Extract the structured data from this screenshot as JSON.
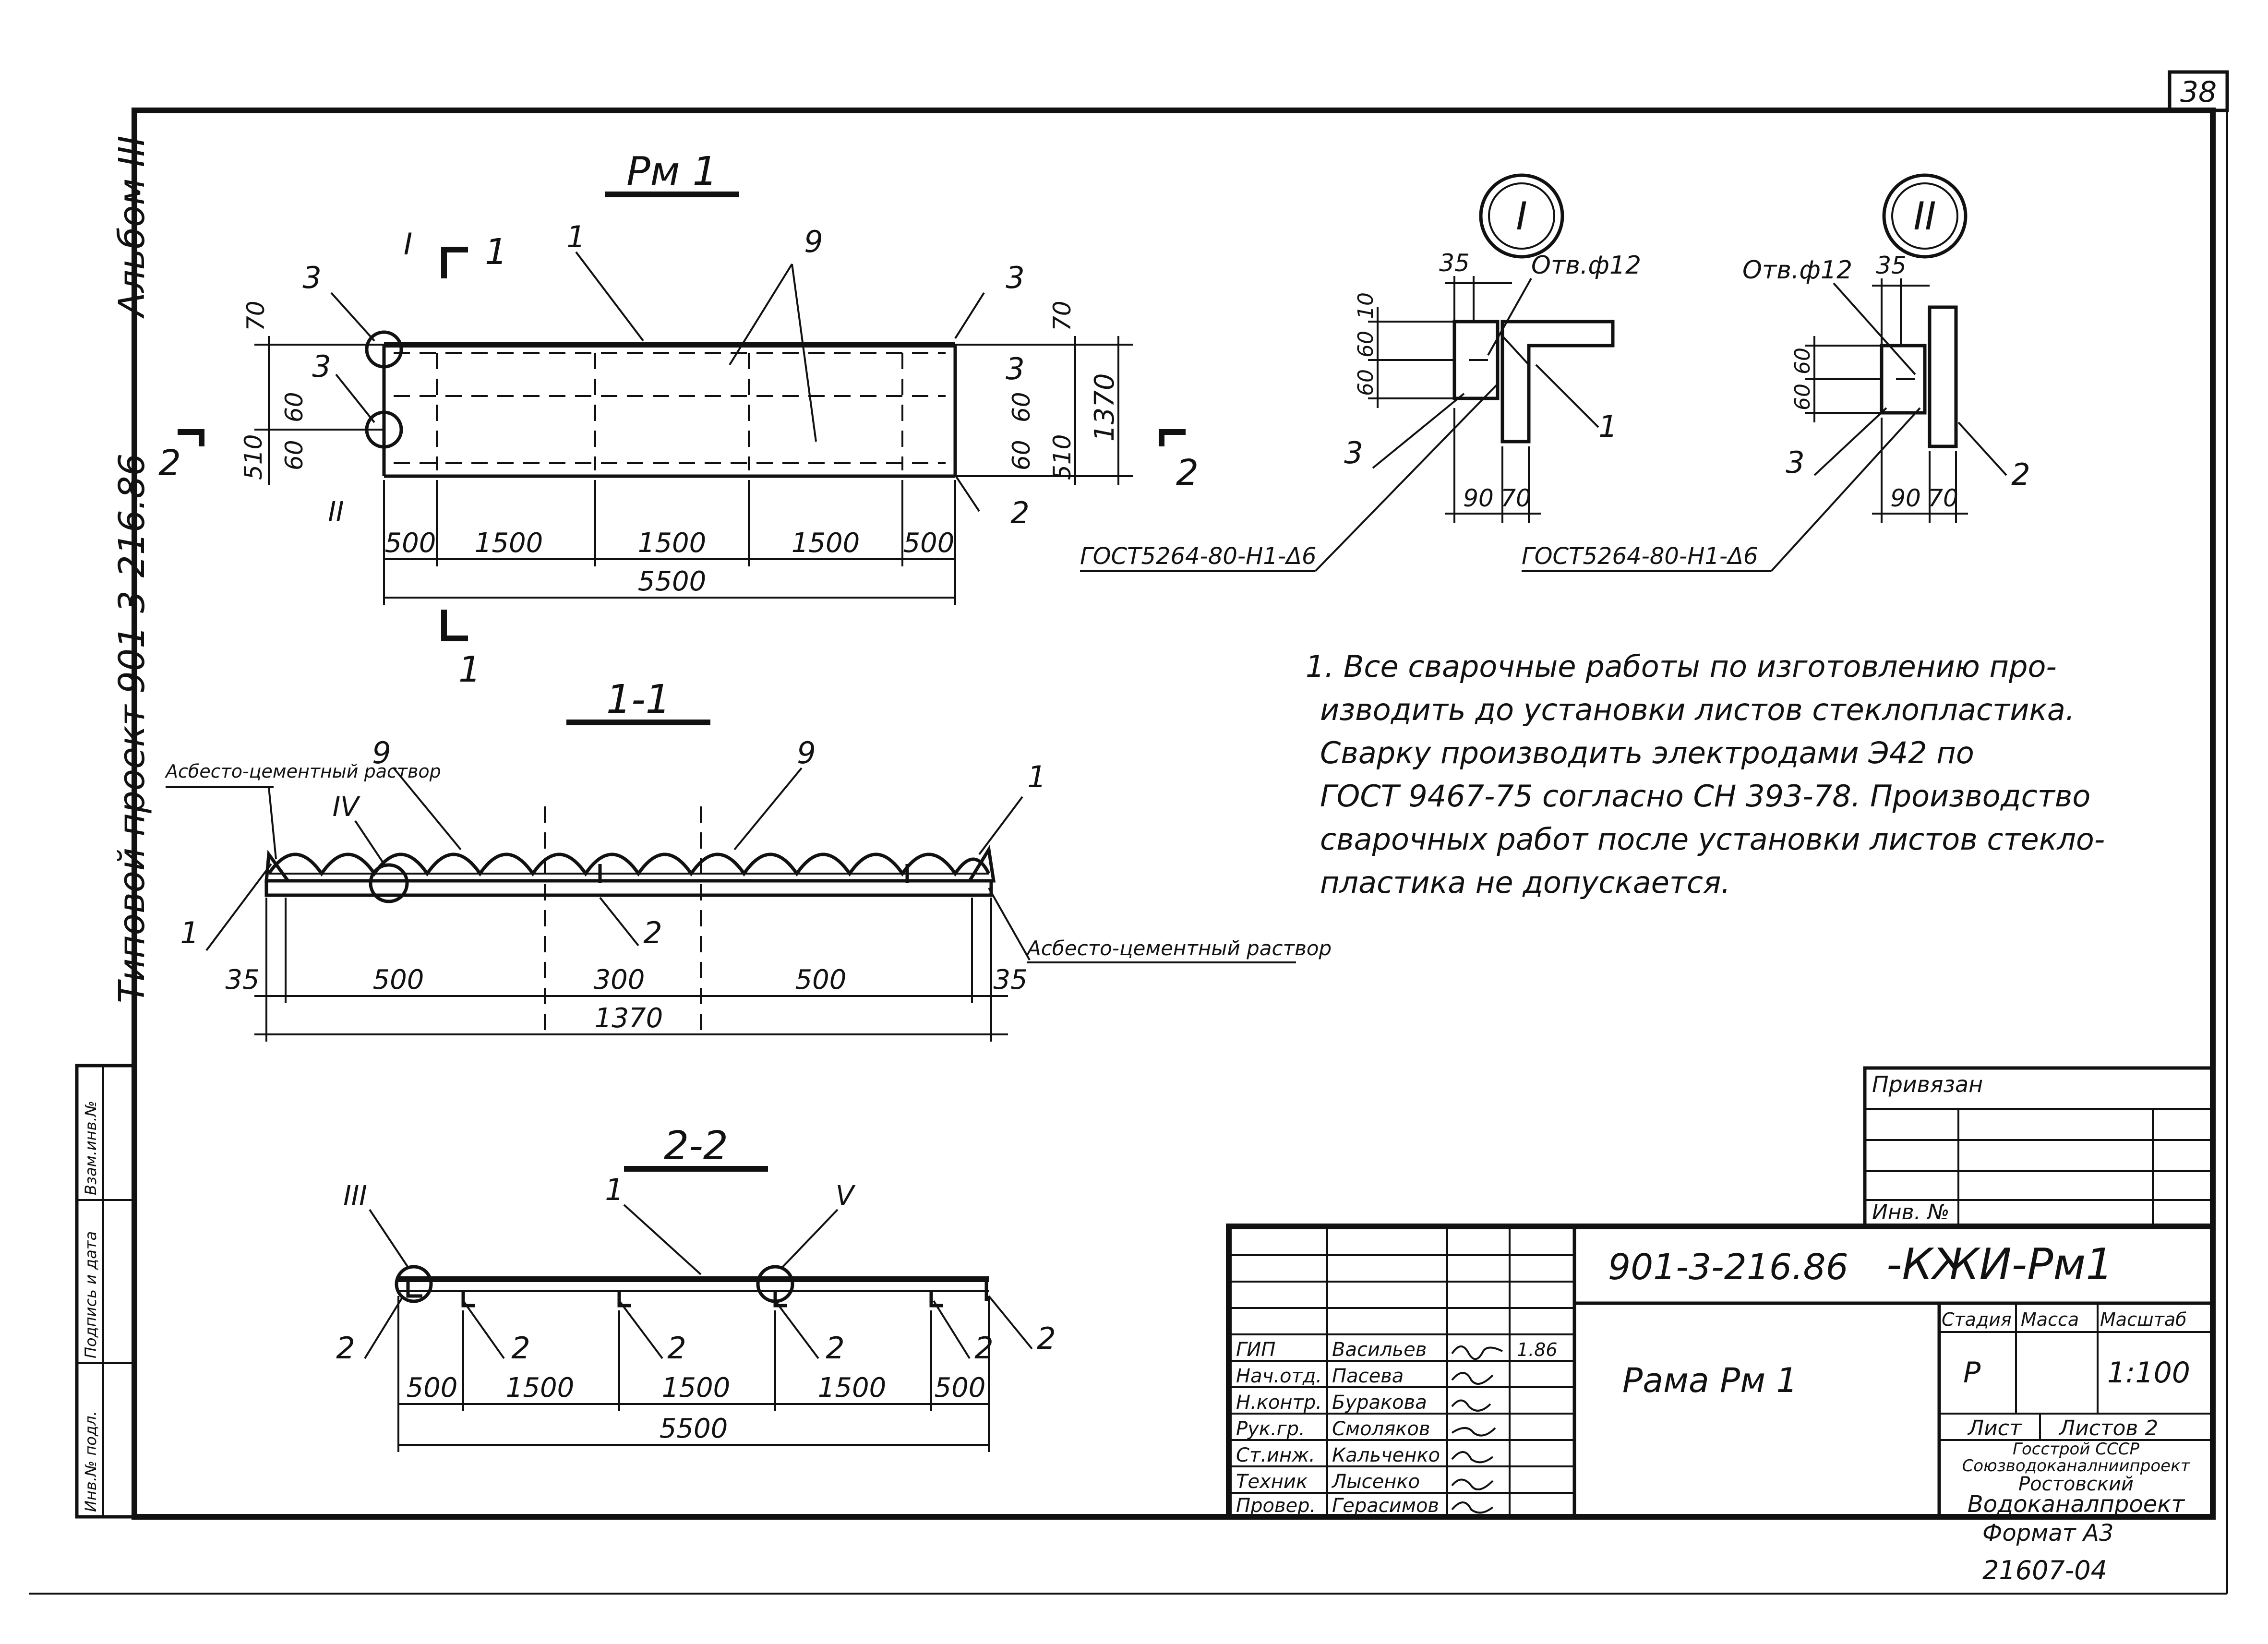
{
  "sheet_number": "38",
  "side_labels": {
    "album": "Альбом III",
    "project": "Типовой проект 901-3-216.86"
  },
  "margin_stamp": [
    "Инв.№ подл.",
    "Подпись и дата",
    "Взам.инв.№"
  ],
  "views": {
    "plan": {
      "title": "Рм 1",
      "callouts": [
        "1",
        "9",
        "3",
        "3",
        "3",
        "3",
        "2",
        "I",
        "II"
      ],
      "section_marks": [
        "1",
        "1",
        "2",
        "2"
      ],
      "dims_top": [
        "500",
        "1500",
        "1500",
        "1500",
        "500"
      ],
      "dim_total": "5500",
      "dims_left": [
        "70",
        "60",
        "60",
        "510"
      ],
      "dims_right": [
        "70",
        "60",
        "60",
        "510"
      ],
      "dim_height": "1370"
    },
    "section_1_1": {
      "title": "1-1",
      "callouts": [
        "9",
        "9",
        "1",
        "1",
        "2",
        "IV"
      ],
      "note_left": "Асбесто-цементный раствор",
      "note_right": "Асбесто-цементный раствор",
      "dims": [
        "35",
        "500",
        "300",
        "500",
        "35"
      ],
      "dim_total": "1370"
    },
    "section_2_2": {
      "title": "2-2",
      "callouts": [
        "1",
        "2",
        "2",
        "2",
        "2",
        "2",
        "2",
        "III",
        "V"
      ],
      "dims": [
        "500",
        "1500",
        "1500",
        "1500",
        "500"
      ],
      "dim_total": "5500"
    },
    "detail_I": {
      "mark": "I",
      "hole": "Отв.ф12",
      "dims": [
        "35",
        "10",
        "60",
        "60",
        "90",
        "70"
      ],
      "callouts": [
        "3",
        "1"
      ],
      "weld": "ГОСТ5264-80-Н1-Δ6"
    },
    "detail_II": {
      "mark": "II",
      "hole": "Отв.ф12",
      "dims": [
        "35",
        "60",
        "60",
        "90",
        "70"
      ],
      "callouts": [
        "3",
        "2"
      ],
      "weld": "ГОСТ5264-80-Н1-Δ6"
    }
  },
  "notes": [
    "1. Все сварочные работы по изготовлению про-",
    "изводить до установки листов стеклопластика.",
    "Сварку производить электродами Э42 по",
    "ГОСТ 9467-75 согласно СН 393-78. Производство",
    "сварочных работ после установки листов стекло-",
    "пластика не допускается."
  ],
  "title_block": {
    "privyazan": "Привязан",
    "inv_no": "Инв. №",
    "designation": "901-3-216.86",
    "mark": "-КЖИ-Рм1",
    "item_name": "Рама Рм 1",
    "stage_label": "Стадия",
    "mass_label": "Масса",
    "scale_label": "Масштаб",
    "stage": "Р",
    "mass": "",
    "scale": "1:100",
    "sheet_label": "Лист",
    "sheets_label": "Листов 2",
    "org": [
      "Госстрой СССР",
      "Союзводоканалниипроект",
      "Ростовский",
      "Водоканалпроект"
    ],
    "date": "1.86",
    "signatures": [
      {
        "role": "ГИП",
        "name": "Васильев"
      },
      {
        "role": "Нач.отд.",
        "name": "Пасева"
      },
      {
        "role": "Н.контр.",
        "name": "Буракова"
      },
      {
        "role": "Рук.гр.",
        "name": "Смоляков"
      },
      {
        "role": "Ст.инж.",
        "name": "Кальченко"
      },
      {
        "role": "Техник",
        "name": "Лысенко"
      },
      {
        "role": "Провер.",
        "name": "Герасимов"
      }
    ]
  },
  "format": "Формат А3",
  "archive_no": "21607-04"
}
